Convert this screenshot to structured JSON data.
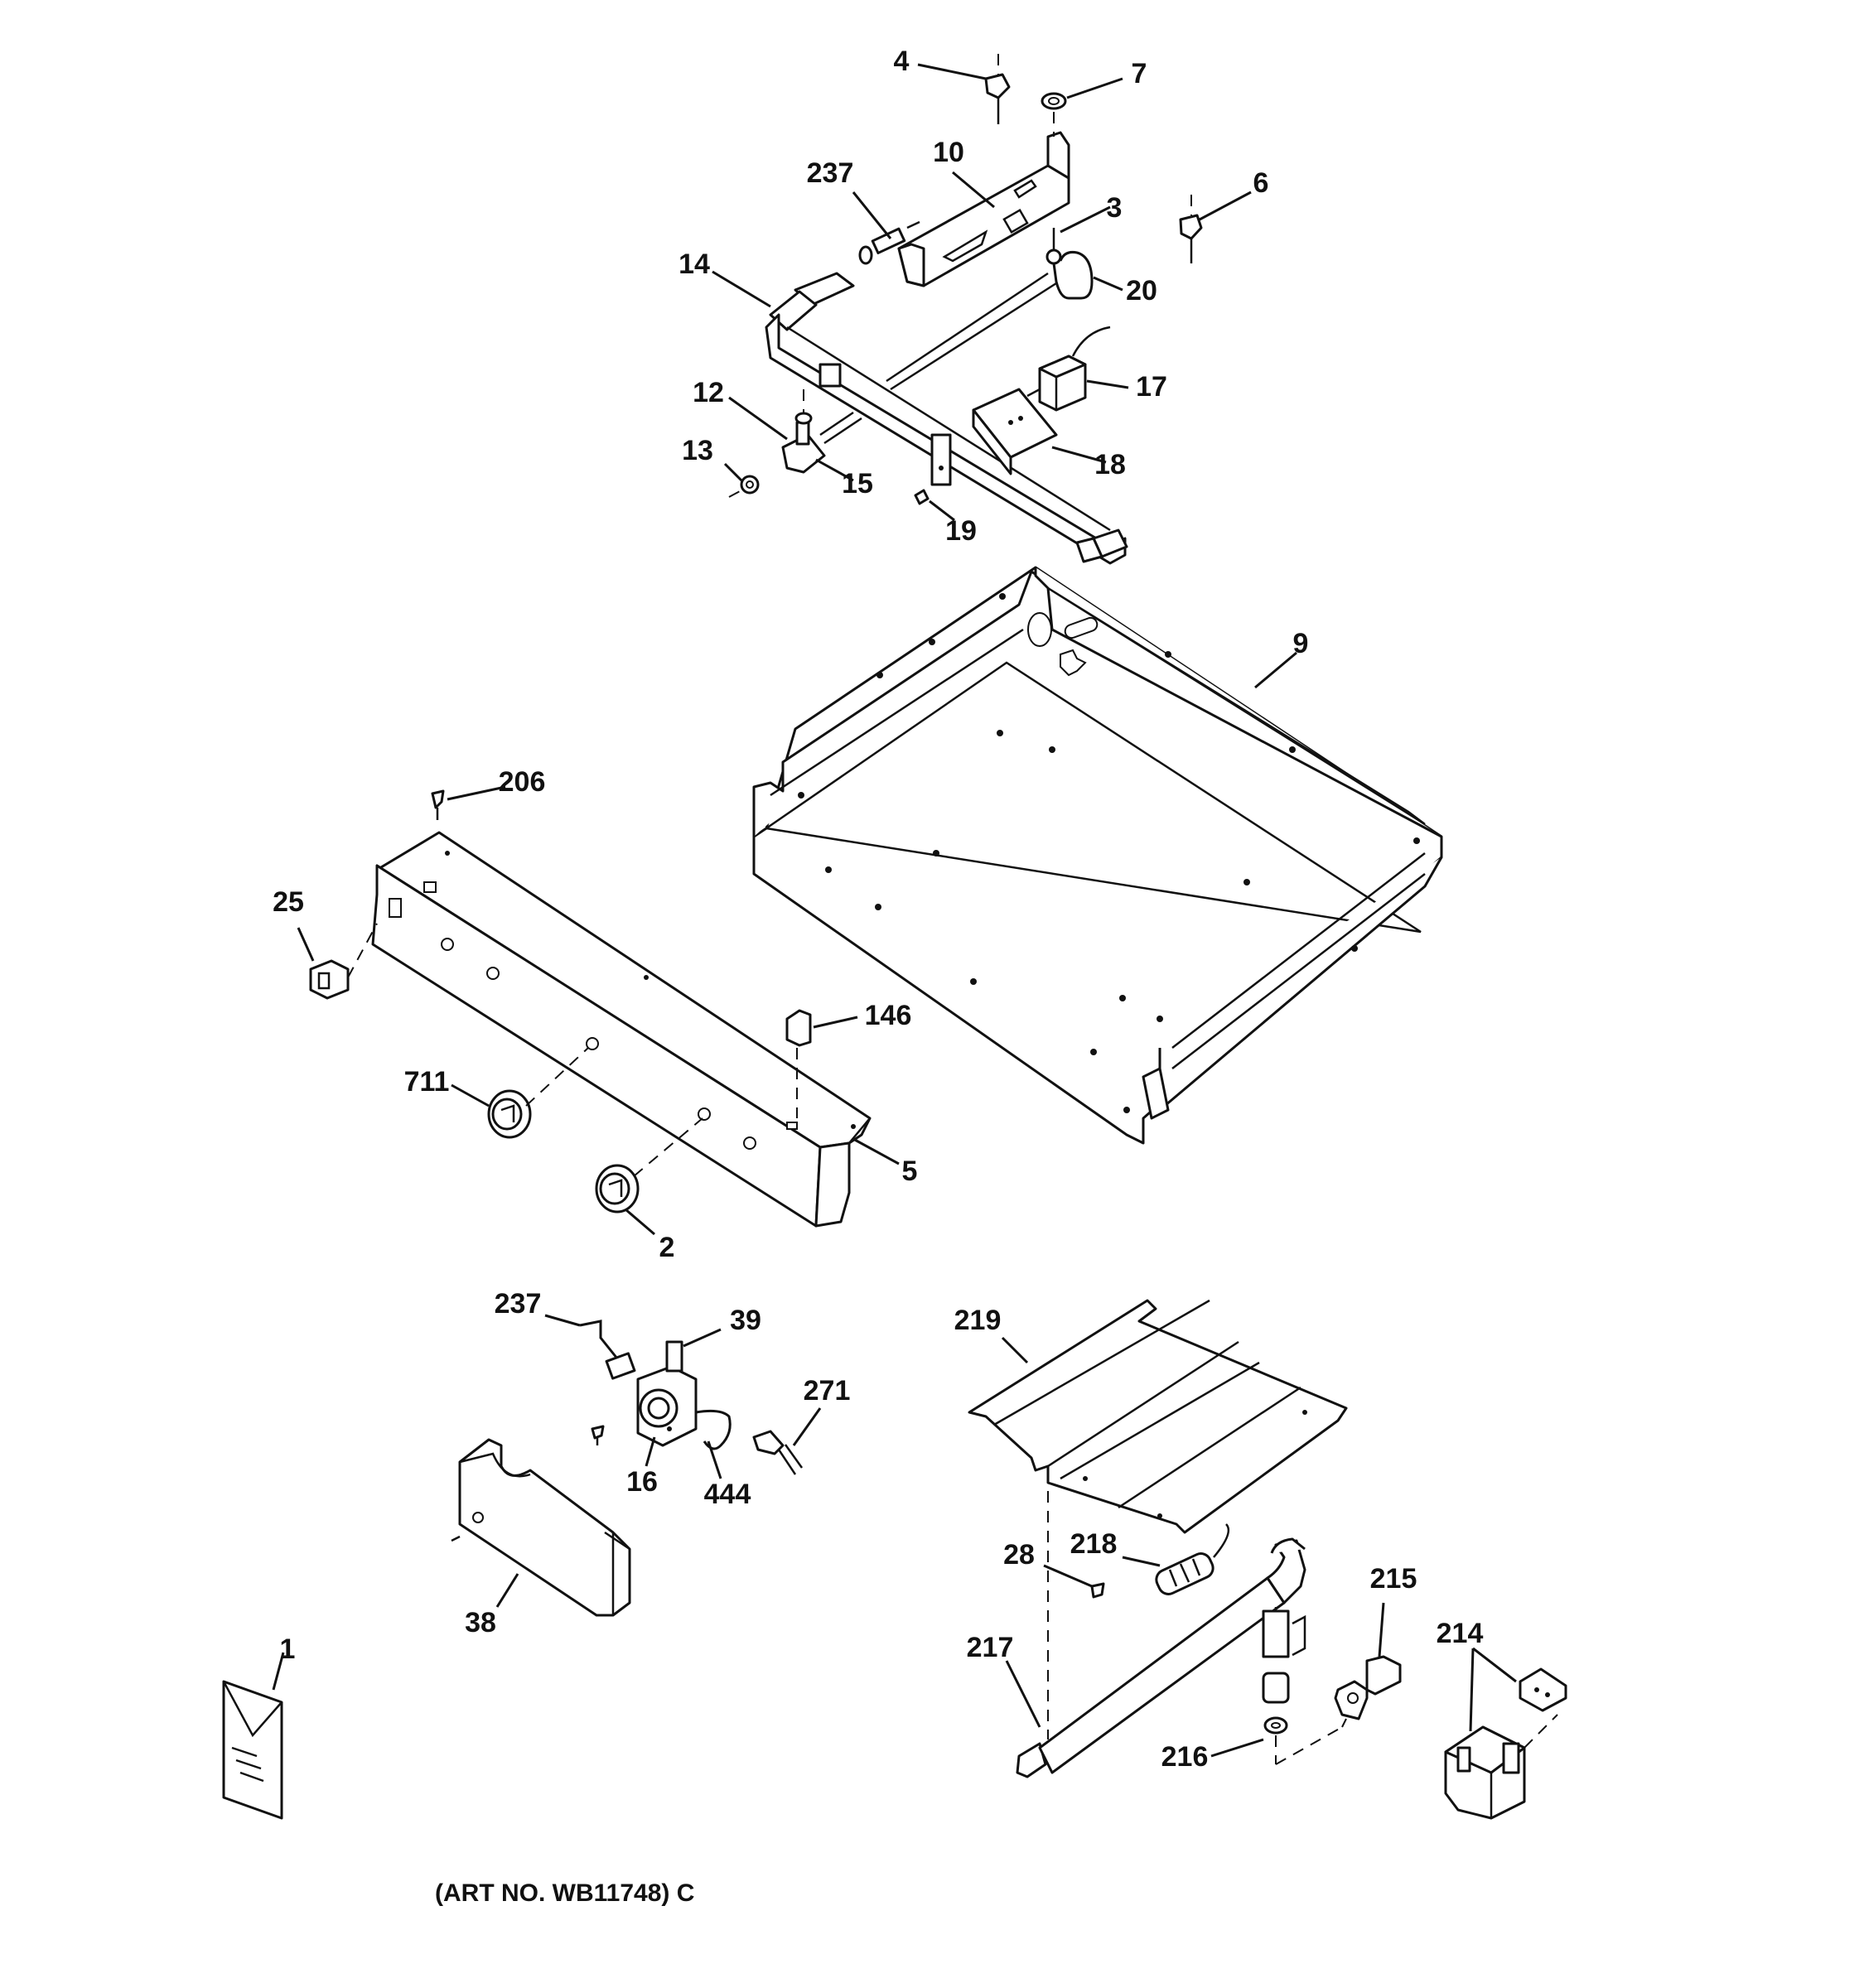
{
  "diagram": {
    "caption": "(ART NO. WB11748) C",
    "callouts": [
      {
        "id": "c4",
        "label": "4"
      },
      {
        "id": "c7",
        "label": "7"
      },
      {
        "id": "c10",
        "label": "10"
      },
      {
        "id": "c237a",
        "label": "237"
      },
      {
        "id": "c3",
        "label": "3"
      },
      {
        "id": "c6",
        "label": "6"
      },
      {
        "id": "c14",
        "label": "14"
      },
      {
        "id": "c20",
        "label": "20"
      },
      {
        "id": "c17",
        "label": "17"
      },
      {
        "id": "c12",
        "label": "12"
      },
      {
        "id": "c13",
        "label": "13"
      },
      {
        "id": "c15",
        "label": "15"
      },
      {
        "id": "c18",
        "label": "18"
      },
      {
        "id": "c19",
        "label": "19"
      },
      {
        "id": "c9",
        "label": "9"
      },
      {
        "id": "c206",
        "label": "206"
      },
      {
        "id": "c25",
        "label": "25"
      },
      {
        "id": "c146",
        "label": "146"
      },
      {
        "id": "c711",
        "label": "711"
      },
      {
        "id": "c5",
        "label": "5"
      },
      {
        "id": "c2",
        "label": "2"
      },
      {
        "id": "c237b",
        "label": "237"
      },
      {
        "id": "c39",
        "label": "39"
      },
      {
        "id": "c271",
        "label": "271"
      },
      {
        "id": "c16",
        "label": "16"
      },
      {
        "id": "c444",
        "label": "444"
      },
      {
        "id": "c38",
        "label": "38"
      },
      {
        "id": "c219",
        "label": "219"
      },
      {
        "id": "c218",
        "label": "218"
      },
      {
        "id": "c28",
        "label": "28"
      },
      {
        "id": "c215",
        "label": "215"
      },
      {
        "id": "c214",
        "label": "214"
      },
      {
        "id": "c217",
        "label": "217"
      },
      {
        "id": "c216",
        "label": "216"
      },
      {
        "id": "c1",
        "label": "1"
      }
    ]
  }
}
